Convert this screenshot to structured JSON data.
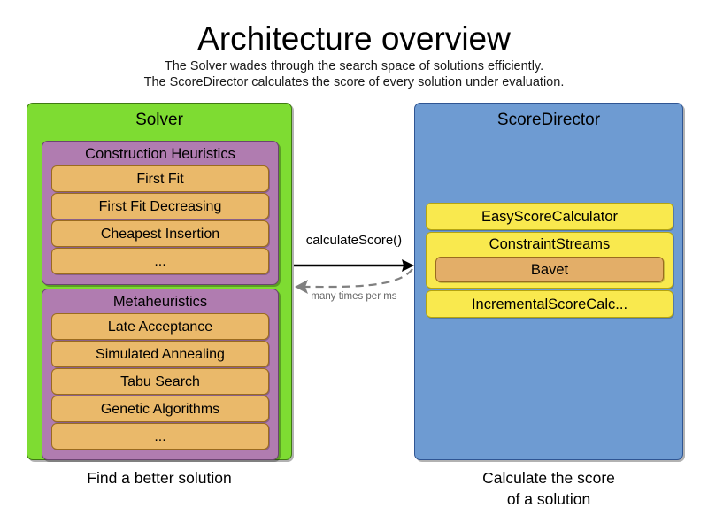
{
  "header": {
    "title": "Architecture overview",
    "subtitle_line1": "The Solver wades through the search space of solutions efficiently.",
    "subtitle_line2": "The ScoreDirector calculates the score of every solution under evaluation."
  },
  "colors": {
    "solver_panel": "#7EDC32",
    "scoredirector_panel": "#6E9BD2",
    "group_box": "#B07CB0",
    "leaf_row": "#EAB96A",
    "calculator_row": "#F9E94E",
    "calculator_child": "#E3AE68",
    "arrow_call": "#000000",
    "arrow_return": "#808080"
  },
  "solver": {
    "title": "Solver",
    "caption": "Find a better solution",
    "groups": [
      {
        "title": "Construction Heuristics",
        "items": [
          "First Fit",
          "First Fit Decreasing",
          "Cheapest Insertion",
          "..."
        ]
      },
      {
        "title": "Metaheuristics",
        "items": [
          "Late Acceptance",
          "Simulated Annealing",
          "Tabu Search",
          "Genetic Algorithms",
          "..."
        ]
      }
    ]
  },
  "score_director": {
    "title": "ScoreDirector",
    "caption_line1": "Calculate the score",
    "caption_line2": "of a solution",
    "calculators": [
      {
        "label": "EasyScoreCalculator",
        "child": null
      },
      {
        "label": "ConstraintStreams",
        "child": "Bavet"
      },
      {
        "label": "IncrementalScoreCalc...",
        "child": null
      }
    ]
  },
  "arrows": {
    "call_label": "calculateScore()",
    "return_label": "many times per ms"
  }
}
